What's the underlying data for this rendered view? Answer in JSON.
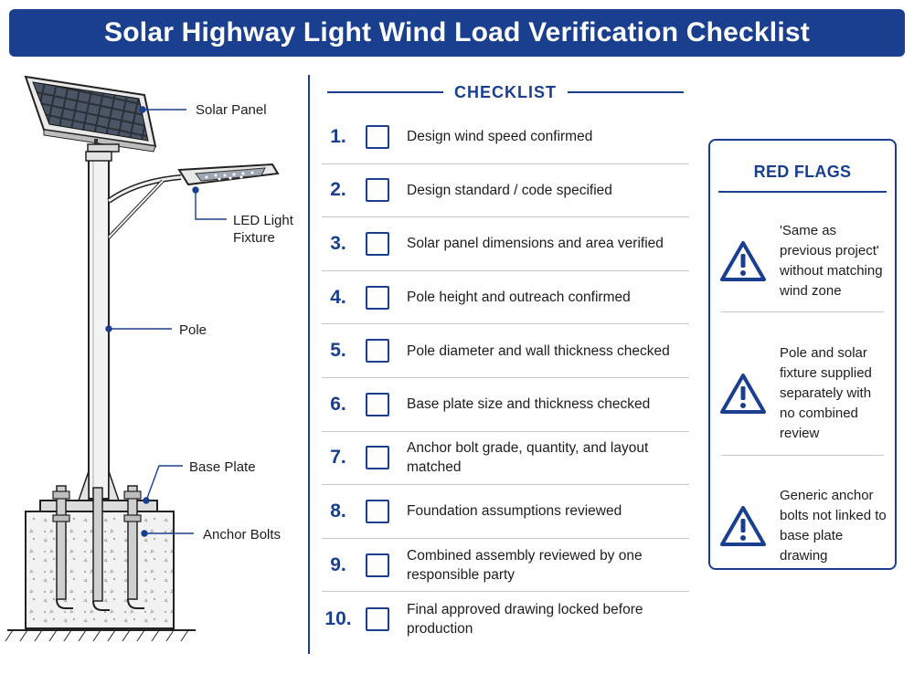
{
  "title": "Solar Highway Light Wind Load Verification Checklist",
  "colors": {
    "primary": "#1a3f8f",
    "text": "#1d1d1d",
    "divider": "#c9c9c9"
  },
  "diagram": {
    "labels": {
      "solar_panel": "Solar Panel",
      "led_fixture_line1": "LED Light",
      "led_fixture_line2": "Fixture",
      "pole": "Pole",
      "base_plate": "Base Plate",
      "anchor_bolts": "Anchor Bolts"
    }
  },
  "checklist": {
    "heading": "CHECKLIST",
    "items": [
      {
        "num": "1.",
        "text": "Design wind speed confirmed"
      },
      {
        "num": "2.",
        "text": "Design standard / code specified"
      },
      {
        "num": "3.",
        "text": "Solar panel dimensions and area verified"
      },
      {
        "num": "4.",
        "text": "Pole height and outreach confirmed"
      },
      {
        "num": "5.",
        "text": "Pole diameter and wall thickness checked"
      },
      {
        "num": "6.",
        "text": "Base plate size and thickness checked"
      },
      {
        "num": "7.",
        "text": "Anchor bolt grade, quantity, and layout matched"
      },
      {
        "num": "8.",
        "text": "Foundation assumptions reviewed"
      },
      {
        "num": "9.",
        "text": "Combined assembly reviewed by one responsible party"
      },
      {
        "num": "10.",
        "text": "Final approved drawing locked before production"
      }
    ]
  },
  "red_flags": {
    "heading": "RED FLAGS",
    "icon": "warning-triangle-icon",
    "items": [
      {
        "text": "'Same as previous project' without matching wind zone"
      },
      {
        "text": "Pole and solar fixture supplied separately with no combined review"
      },
      {
        "text": "Generic anchor bolts not linked to base plate drawing"
      }
    ]
  }
}
